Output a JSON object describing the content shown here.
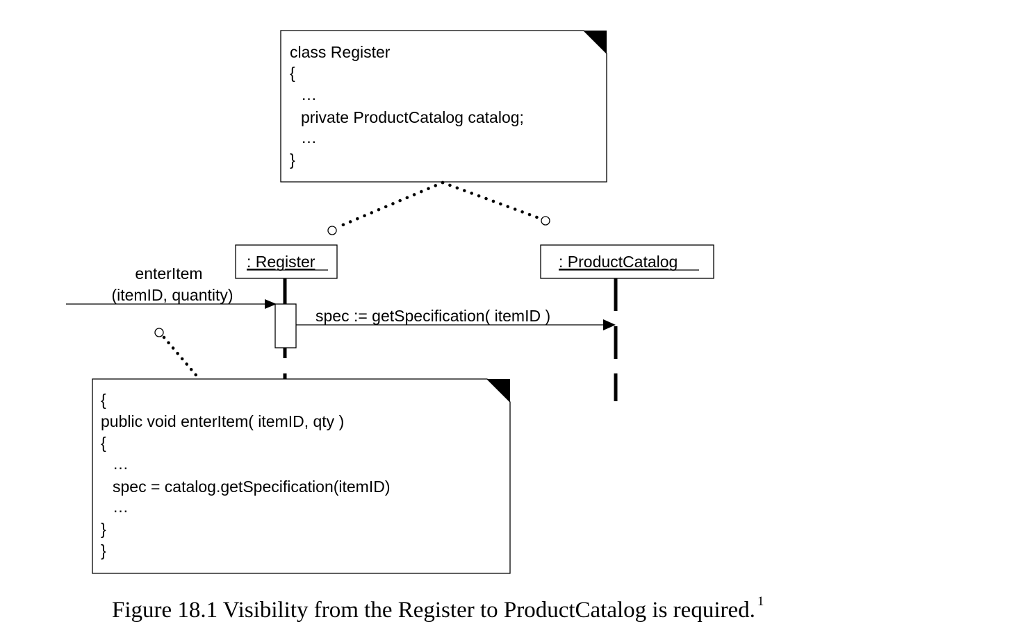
{
  "register_note": {
    "lines": [
      "class Register",
      "{",
      "…",
      "private ProductCatalog catalog;",
      "…",
      "}"
    ]
  },
  "lifelines": {
    "register_label": ": Register",
    "catalog_label": ": ProductCatalog"
  },
  "messages": {
    "enter_item_line1": "enterItem",
    "enter_item_line2": "(itemID, quantity)",
    "get_spec": "spec := getSpecification( itemID )"
  },
  "method_note": {
    "lines": [
      "{",
      "public void enterItem( itemID, qty )",
      "{",
      "…",
      "spec = catalog.getSpecification(itemID)",
      "…",
      "}",
      "}"
    ]
  },
  "caption": {
    "text": "Figure 18.1 Visibility from the Register to ProductCatalog is required.",
    "footnote": "1"
  }
}
